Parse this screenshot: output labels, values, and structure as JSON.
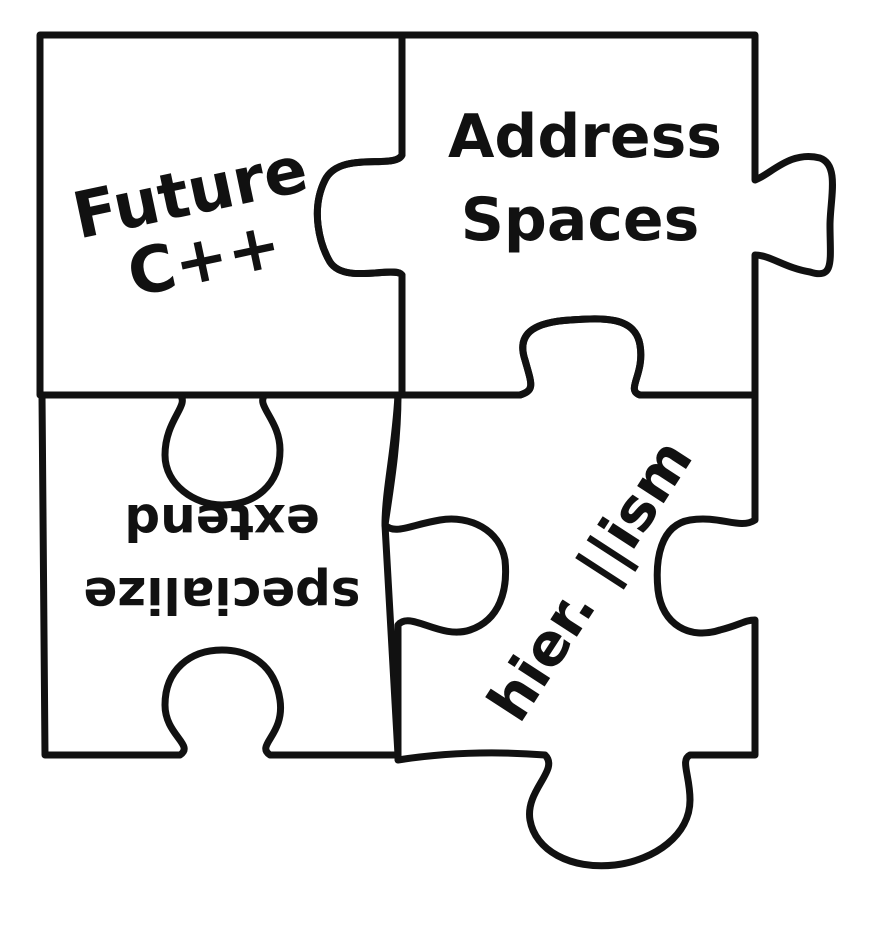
{
  "stroke_color": "#111111",
  "background_color": "#ffffff",
  "pieces": {
    "top_left": {
      "lines": [
        "Future",
        "C++"
      ],
      "orientation": "tilted"
    },
    "top_right": {
      "lines": [
        "Address",
        "Spaces"
      ],
      "orientation": "upright"
    },
    "bottom_left": {
      "lines": [
        "specialize",
        "extend"
      ],
      "orientation": "upside-down"
    },
    "bottom_right": {
      "lines": [
        "hier. ||ism"
      ],
      "orientation": "diagonal"
    }
  }
}
